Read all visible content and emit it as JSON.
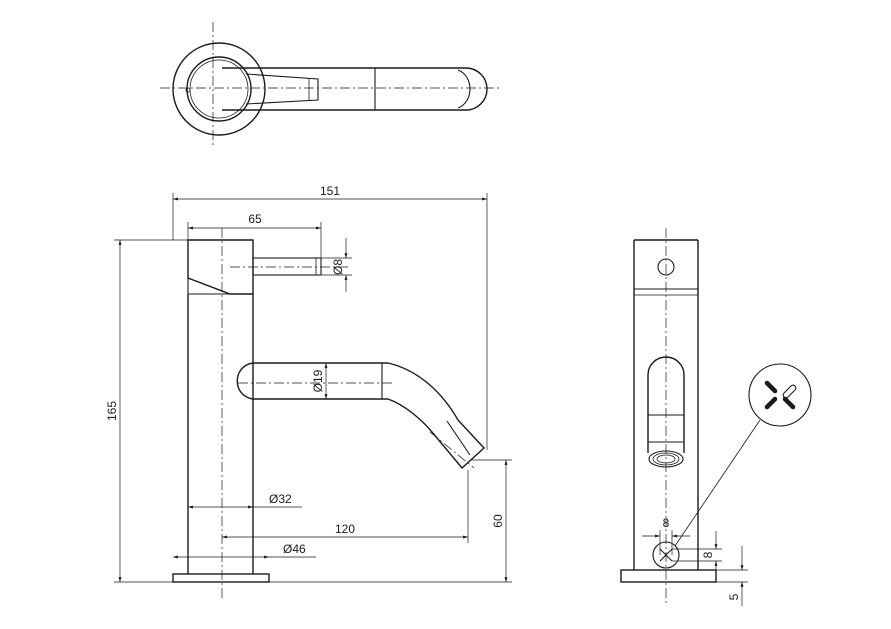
{
  "dimensions": {
    "overall_width": "151",
    "lever_reach": "65",
    "lever_diameter": "Ø8",
    "spout_diameter": "Ø19",
    "body_diameter": "Ø32",
    "spout_projection": "120",
    "base_diameter": "Ø46",
    "overall_height": "165",
    "spout_height": "60",
    "detail_width": "8",
    "detail_height": "8",
    "base_thickness": "5"
  },
  "colors": {
    "line": "#1a1a1a",
    "background": "#ffffff"
  }
}
